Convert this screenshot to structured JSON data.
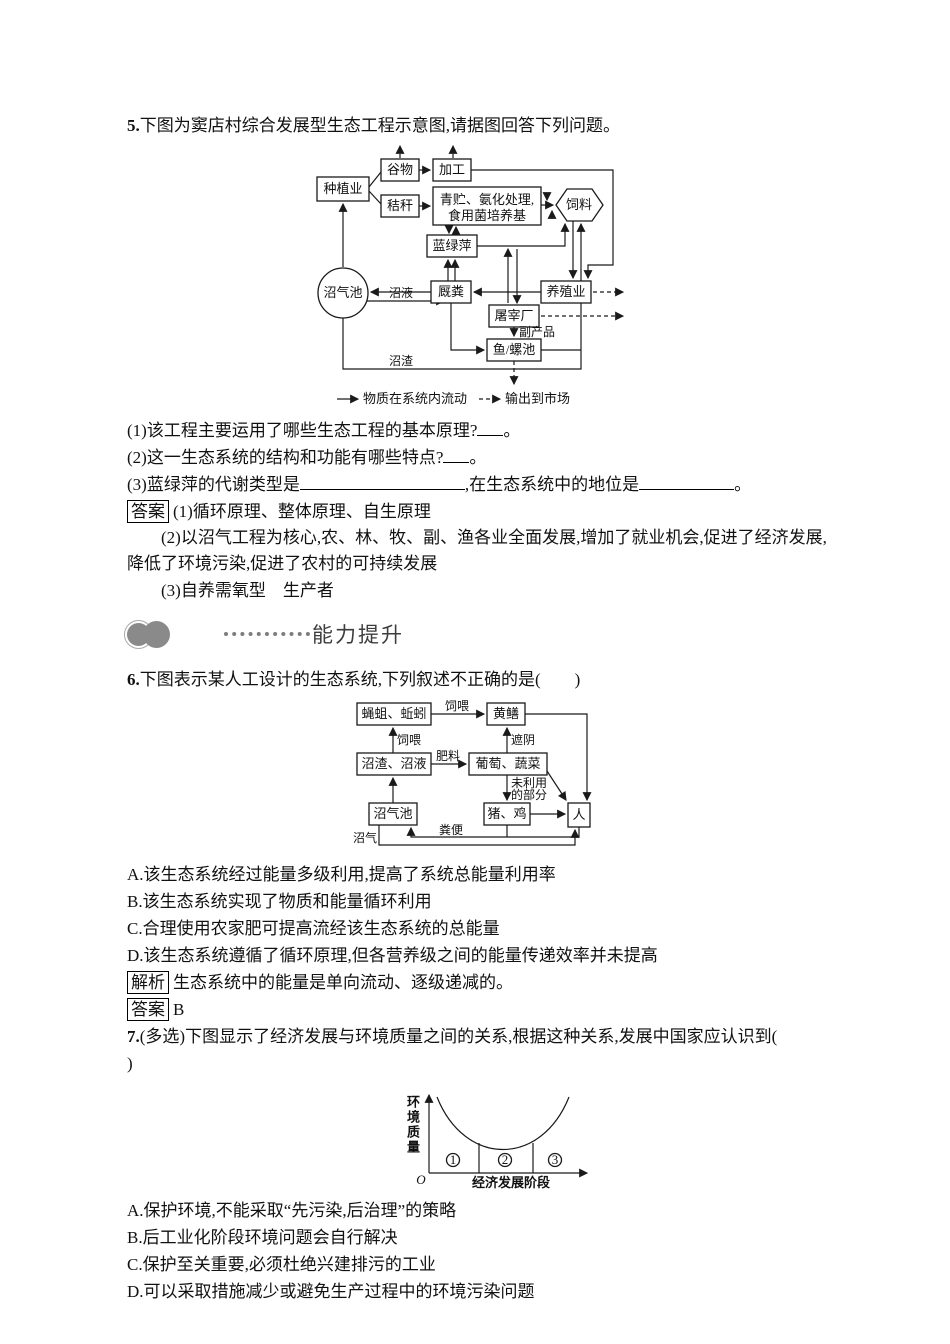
{
  "q5": {
    "number": "5.",
    "title": "下图为窦店村综合发展型生态工程示意图,请据图回答下列问题。",
    "diagram": {
      "nodes": {
        "zhongzhiye": "种植业",
        "guwu": "谷物",
        "jiagong": "加工",
        "jiegan": "秸秆",
        "qingzhu1": "青贮、氨化处理,",
        "qingzhu2": "食用菌培养基",
        "lanlvping": "蓝绿萍",
        "siliao": "饲料",
        "zhaoqichi": "沼气池",
        "jiufen": "厩粪",
        "yangzhiye": "养殖业",
        "tuzaichang": "屠宰厂",
        "yuluochi": "鱼/螺池"
      },
      "labels": {
        "zhaoye": "沼液",
        "zhaozha": "沼渣",
        "fuchanpin": "副产品"
      },
      "legend": {
        "solid": "物质在系统内流动",
        "dashed": "输出到市场"
      }
    },
    "sub1": "(1)该工程主要运用了哪些生态工程的基本原理?",
    "sub2": "(2)这一生态系统的结构和功能有哪些特点?",
    "sub3a": "(3)蓝绿萍的代谢类型是",
    "sub3b": ",在生态系统中的地位是",
    "period": "。",
    "answer_label": "答案",
    "answer1": "(1)循环原理、整体原理、自生原理",
    "answer2": "(2)以沼气工程为核心,农、林、牧、副、渔各业全面发展,增加了就业机会,促进了经济发展,降低了环境污染,促进了农村的可持续发展",
    "answer3": "(3)自养需氧型　生产者"
  },
  "section_header": {
    "label": "能力提升"
  },
  "q6": {
    "number": "6.",
    "title": "下图表示某人工设计的生态系统,下列叙述不正确的是(　　)",
    "diagram": {
      "nodes": {
        "yingqu": "蝇蛆、蚯蚓",
        "huangshan": "黄鳝",
        "zhaozha": "沼渣、沼液",
        "putao": "葡萄、蔬菜",
        "zhaoqichi": "沼气池",
        "zhuji": "猪、鸡",
        "ren": "人"
      },
      "labels": {
        "siwei_top": "饲喂",
        "siwei_left": "饲喂",
        "zheyin": "遮阴",
        "feiliao": "肥料",
        "weiliyong1": "未利用",
        "weiliyong2": "的部分",
        "fenbian": "粪便",
        "zhaoqi": "沼气"
      }
    },
    "options": [
      "A.该生态系统经过能量多级利用,提高了系统总能量利用率",
      "B.该生态系统实现了物质和能量循环利用",
      "C.合理使用农家肥可提高流经该生态系统的总能量",
      "D.该生态系统遵循了循环原理,但各营养级之间的能量传递效率并未提高"
    ],
    "jiexi_label": "解析",
    "jiexi": "生态系统中的能量是单向流动、逐级递减的。",
    "answer_label": "答案",
    "answer": "B"
  },
  "q7": {
    "number": "7.",
    "tag": "(多选)",
    "title": "下图显示了经济发展与环境质量之间的关系,根据这种关系,发展中国家应认识到(",
    "title2": ")",
    "graph": {
      "ylabel": "环境质量",
      "xlabel": "经济发展阶段",
      "origin": "O",
      "regions": [
        "1",
        "2",
        "3"
      ],
      "curve": "U形曲线"
    },
    "options": [
      "A.保护环境,不能采取“先污染,后治理”的策略",
      "B.后工业化阶段环境问题会自行解决",
      "C.保护至关重要,必须杜绝兴建排污的工业",
      "D.可以采取措施减少或避免生产过程中的环境污染问题"
    ]
  }
}
